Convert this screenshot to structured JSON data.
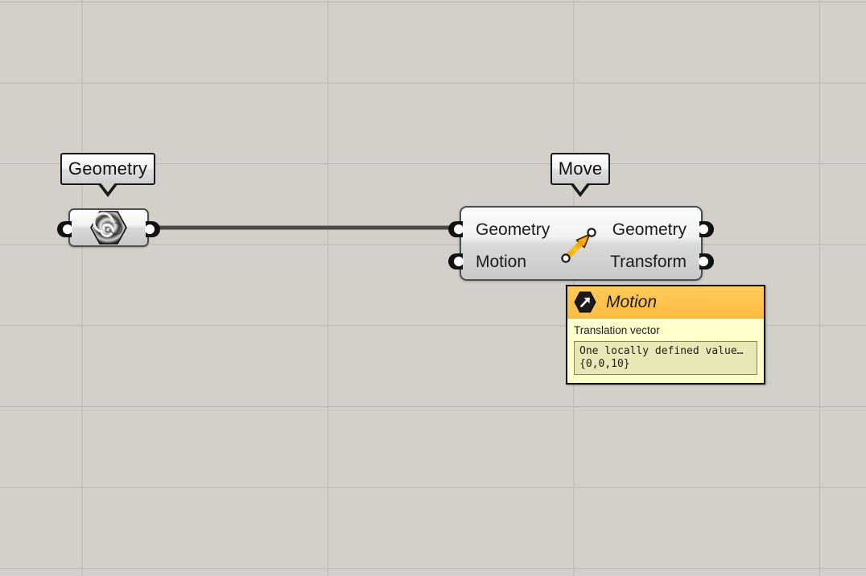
{
  "app": {
    "name": "Grasshopper canvas",
    "background_color": "#d3d0ca",
    "grid_line_color": "#bbb8b2"
  },
  "canvas": {
    "wire": {
      "name": "geometry-to-geometry-wire",
      "color": "#4a4a47",
      "thickness": 5,
      "from": "geometry-param-output",
      "to": "move-geometry-input"
    },
    "nodes": [
      {
        "id": "geometry-param",
        "balloon_label": "Geometry",
        "icon": "spiral-hexagon-icon",
        "type": "param"
      },
      {
        "id": "move-component",
        "balloon_label": "Move",
        "icon": "move-arrow-icon",
        "type": "component",
        "inputs": [
          "Geometry",
          "Motion"
        ],
        "outputs": [
          "Geometry",
          "Transform"
        ]
      }
    ]
  },
  "balloons": {
    "geometry": "Geometry",
    "move": "Move"
  },
  "move_component": {
    "input_geometry": "Geometry",
    "input_motion": "Motion",
    "output_geometry": "Geometry",
    "output_transform": "Transform"
  },
  "tooltip": {
    "icon": "vector-arrow-hexagon-icon",
    "title": "Motion",
    "subtitle": "Translation vector",
    "value_line_1": "One locally defined value…",
    "value_line_2": "{0,0,10}",
    "header_color": "#ffc14a",
    "body_color": "#ffffcc",
    "value_box_color": "#e8e7b6"
  }
}
